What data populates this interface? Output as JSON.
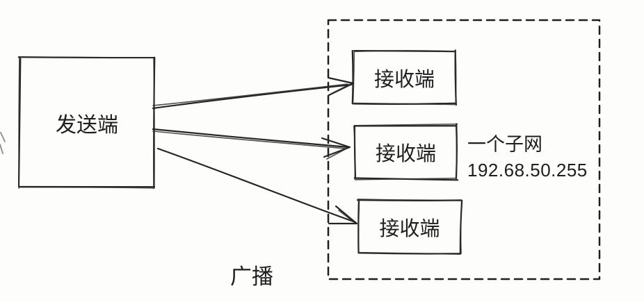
{
  "sender": {
    "label": "发送端"
  },
  "receivers": [
    {
      "label": "接收端"
    },
    {
      "label": "接收端"
    },
    {
      "label": "接收端"
    }
  ],
  "subnet": {
    "name": "一个子网",
    "broadcast_address": "192.68.50.255"
  },
  "caption": "广播",
  "colors": {
    "background": "#fdfdfc",
    "stroke": "#242424",
    "text": "#1e1e1e"
  }
}
